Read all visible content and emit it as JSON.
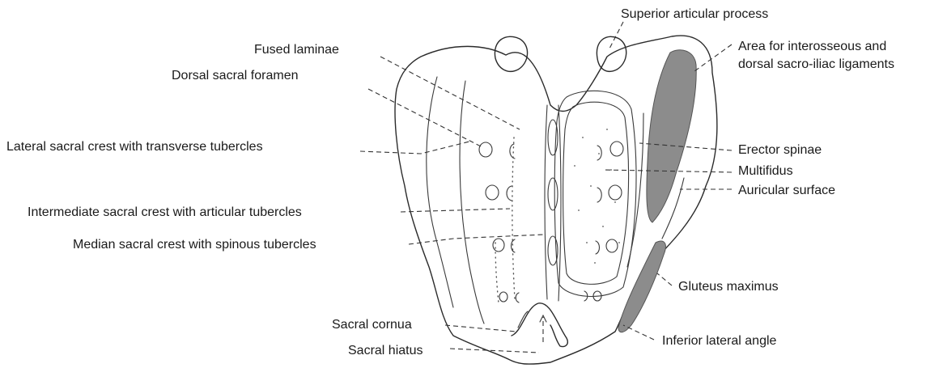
{
  "labels": {
    "superior_articular_process": "Superior articular process",
    "fused_laminae": "Fused laminae",
    "area_interosseous_line1": "Area for interosseous and",
    "area_interosseous_line2": "dorsal sacro-iliac ligaments",
    "dorsal_sacral_foramen": "Dorsal sacral foramen",
    "lateral_sacral_crest": "Lateral sacral crest with transverse tubercles",
    "erector_spinae": "Erector spinae",
    "multifidus": "Multifidus",
    "auricular_surface": "Auricular surface",
    "intermediate_sacral_crest": "Intermediate sacral crest with articular tubercles",
    "median_sacral_crest": "Median sacral crest with spinous tubercles",
    "gluteus_maximus": "Gluteus maximus",
    "sacral_cornua": "Sacral cornua",
    "inferior_lateral_angle": "Inferior lateral angle",
    "sacral_hiatus": "Sacral hiatus"
  },
  "colors": {
    "ink": "#2b2b2b",
    "ligament_area_fill": "#8c8c8c"
  }
}
